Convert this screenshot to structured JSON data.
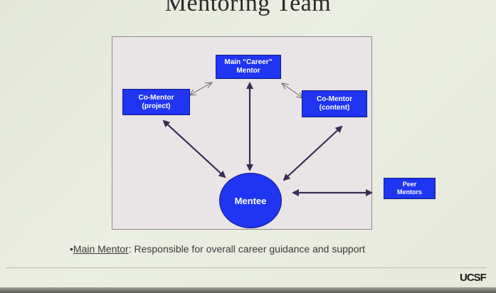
{
  "slide": {
    "title": "Mentoring Team"
  },
  "diagram": {
    "nodes": {
      "main_mentor": "Main “Career”\nMentor",
      "comentor_project": "Co-Mentor\n(project)",
      "comentor_content": "Co-Mentor\n(content)",
      "mentee": "Mentee",
      "peer_mentors": "Peer\nMentors"
    }
  },
  "bullet": {
    "marker": "•",
    "term": "Main Mentor",
    "text": ": Responsible for overall career guidance and support"
  },
  "footer": {
    "logo": "UCSF"
  },
  "colors": {
    "node_fill": "#1f35f2",
    "arrow": "#3b2a52",
    "panel": "#e9e4e6"
  }
}
